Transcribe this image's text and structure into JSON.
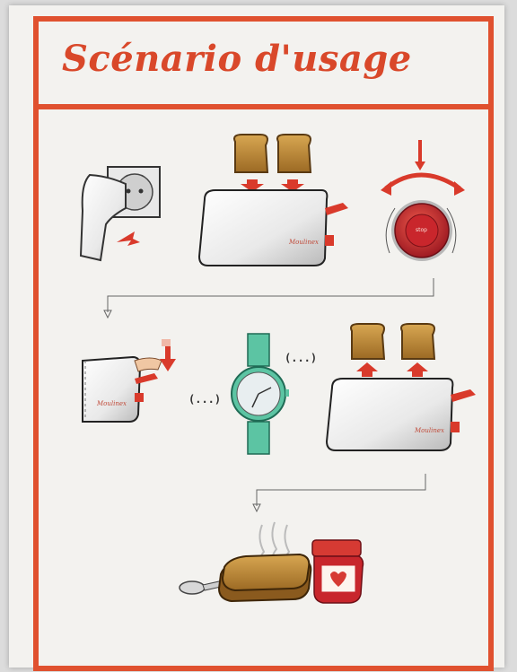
{
  "poster": {
    "title": "Scénario d'usage"
  },
  "labels": {
    "ellipsis_watch_right": "(...)",
    "ellipsis_watch_left": "(...)",
    "toaster_brand": "Moulinex",
    "knob_label": "stop"
  },
  "colors": {
    "accent": "#e0512f",
    "toast": "#b78334",
    "knob_red": "#c9262c",
    "watch_teal": "#5cc4a3"
  },
  "steps": [
    {
      "icon": "plug-into-socket-icon"
    },
    {
      "icon": "toast-into-toaster-icon"
    },
    {
      "icon": "browning-knob-icon"
    },
    {
      "icon": "lever-push-down-icon"
    },
    {
      "icon": "wristwatch-wait-icon"
    },
    {
      "icon": "toast-pop-up-icon"
    },
    {
      "icon": "served-toast-with-jam-icon"
    }
  ]
}
